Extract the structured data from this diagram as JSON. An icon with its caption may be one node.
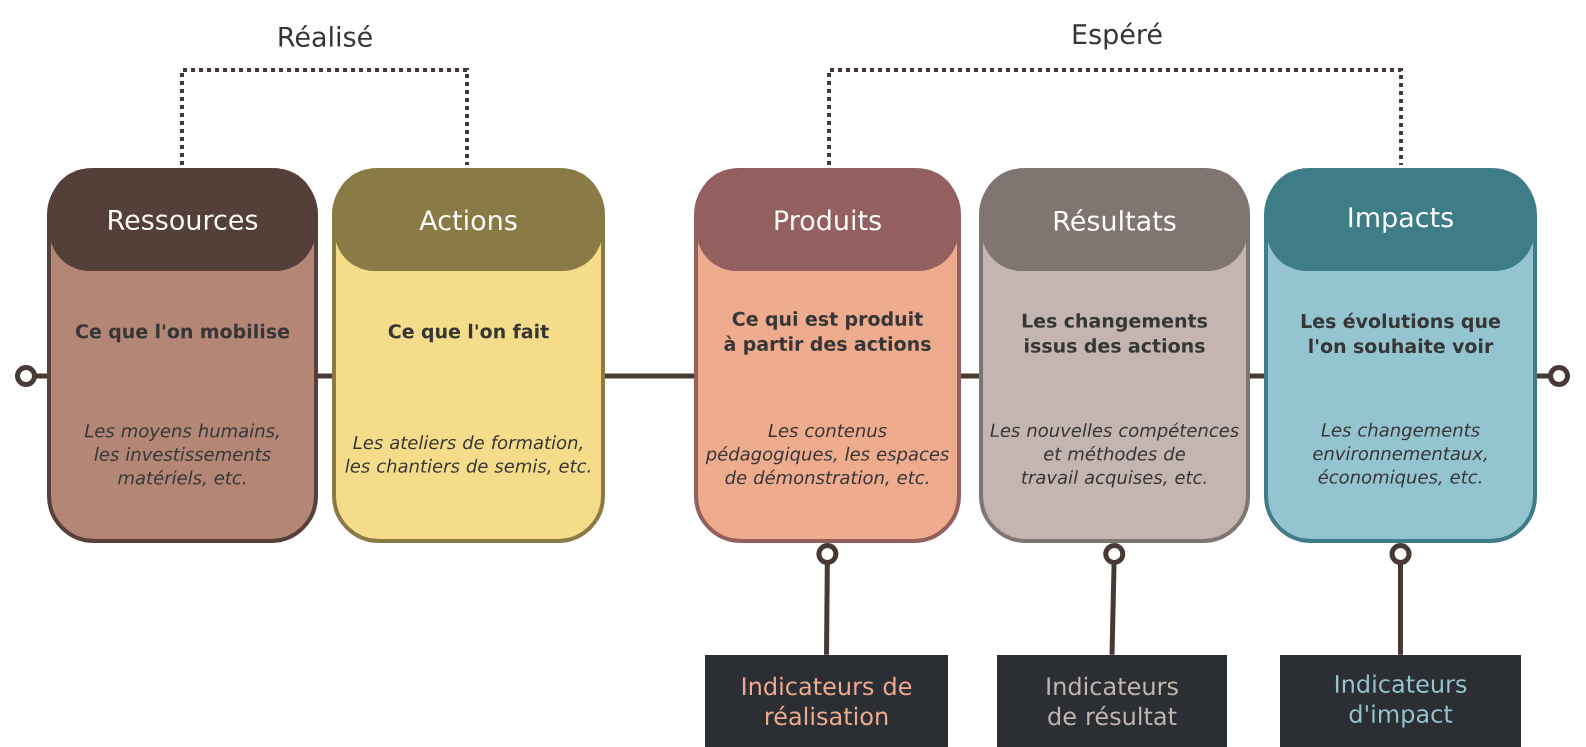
{
  "diagram": {
    "nodes": [
      {
        "text": [
          "Ressources",
          "Ce que l'on mobilise",
          "Les moyens humains, les investissements matériels, etc."
        ]
      },
      {
        "text": [
          "Actions",
          "Ce que l'on fait",
          "Les ateliers de formation, les chantiers de semis, etc."
        ]
      },
      {
        "text": [
          "Produits",
          "Ce qui est produit à partir des actions",
          "Les contenus pédagogiques, les espaces de démonstration, etc."
        ]
      },
      {
        "text": [
          "Résultats",
          "Les changements issus des actions",
          "Les nouvelles compétences et méthodes de travail acquises, etc."
        ]
      },
      {
        "text": [
          "Impacts",
          "Les évolutions que l'on souhaite voir",
          "Les changements environnementaux, économiques, etc."
        ]
      },
      {
        "text": [
          "Indicateurs de réalisation"
        ]
      },
      {
        "text": [
          "Indicateurs de résultat"
        ]
      },
      {
        "text": [
          "Indicateurs d'impact"
        ]
      }
    ],
    "edges": [
      {
        "from": 0,
        "to": 1,
        "arrow": "none"
      },
      {
        "from": 1,
        "to": 2,
        "arrow": "none"
      },
      {
        "from": 2,
        "to": 3,
        "arrow": "none"
      },
      {
        "from": 3,
        "to": 4,
        "arrow": "none"
      },
      {
        "from": null,
        "to": 0,
        "arrow": "other"
      },
      {
        "from": null,
        "to": 4,
        "arrow": "other"
      },
      {
        "from": 2,
        "to": 5,
        "arrow": "other"
      },
      {
        "from": 3,
        "to": 6,
        "arrow": "other"
      },
      {
        "from": 4,
        "to": 7,
        "arrow": "other"
      }
    ],
    "labels": [
      "Réalisé",
      "Espéré"
    ]
  }
}
